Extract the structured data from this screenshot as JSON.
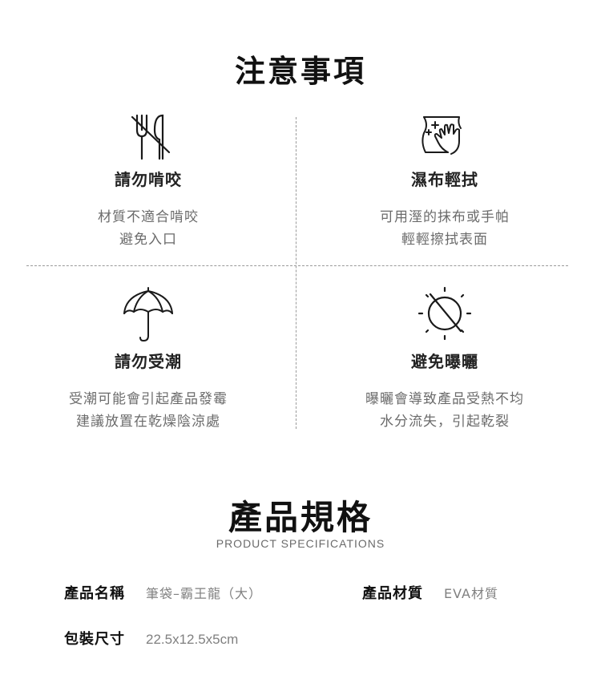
{
  "notice": {
    "title": "注意事項",
    "items": [
      {
        "icon": "no-biting-icon",
        "heading": "請勿啃咬",
        "lines": [
          "材質不適合啃咬",
          "避免入口"
        ]
      },
      {
        "icon": "wipe-cloth-icon",
        "heading": "濕布輕拭",
        "lines": [
          "可用溼的抹布或手帕",
          "輕輕擦拭表面"
        ]
      },
      {
        "icon": "umbrella-icon",
        "heading": "請勿受潮",
        "lines": [
          "受潮可能會引起產品發霉",
          "建議放置在乾燥陰涼處"
        ]
      },
      {
        "icon": "no-sun-icon",
        "heading": "避免曝曬",
        "lines": [
          "曝曬會導致產品受熱不均",
          "水分流失，引起乾裂"
        ]
      }
    ]
  },
  "specs": {
    "title": "產品規格",
    "subtitle": "PRODUCT SPECIFICATIONS",
    "rows": [
      {
        "label": "產品名稱",
        "value": "筆袋–霸王龍（大）"
      },
      {
        "label": "產品材質",
        "value": "EVA材質"
      },
      {
        "label": "包裝尺寸",
        "value": "22.5x12.5x5cm"
      }
    ]
  },
  "colors": {
    "heading": "#111111",
    "body_text": "#6b6b6b",
    "divider": "#9a9a9a",
    "background": "#ffffff"
  }
}
